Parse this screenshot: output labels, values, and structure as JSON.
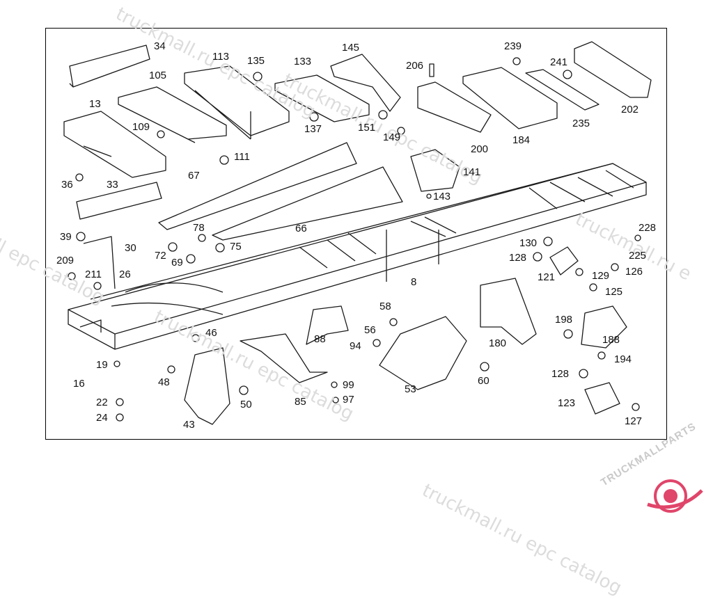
{
  "watermark": {
    "text_catalog": "truckmall.ru epc catalog",
    "text_short": "truckmall.ru e",
    "text_epc": "ll epc catalog"
  },
  "brand": {
    "logo_text": "TRUCKMALLPARTS",
    "logo_accent": "PARTS",
    "accent_color": "#e0456a"
  },
  "colors": {
    "line": "#1a1a1a",
    "frame": "#000000"
  },
  "part_labels": [
    "34",
    "105",
    "113",
    "135",
    "133",
    "145",
    "206",
    "239",
    "241",
    "202",
    "13",
    "109",
    "111",
    "137",
    "151",
    "149",
    "200",
    "184",
    "235",
    "36",
    "33",
    "67",
    "141",
    "143",
    "66",
    "39",
    "30",
    "78",
    "75",
    "72",
    "69",
    "209",
    "211",
    "26",
    "8",
    "130",
    "128",
    "121",
    "129",
    "126",
    "125",
    "228",
    "225",
    "58",
    "56",
    "88",
    "94",
    "46",
    "48",
    "19",
    "16",
    "22",
    "24",
    "50",
    "85",
    "99",
    "97",
    "53",
    "60",
    "180",
    "198",
    "188",
    "194",
    "128",
    "123",
    "127",
    "43"
  ]
}
